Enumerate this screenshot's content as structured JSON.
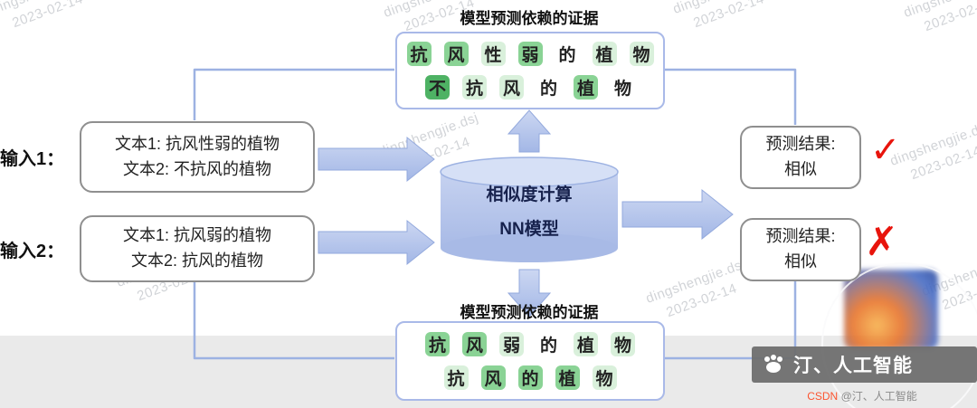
{
  "colors": {
    "accent_blue": "#9db2e2",
    "evidence_border": "#a9b9e8",
    "box_border_gray": "#8f8f8f",
    "arrow_fill_light": "#ccd7f2",
    "arrow_fill_dark": "#a3b7e6",
    "cylinder_fill_light": "#c6d2f0",
    "cylinder_fill_dark": "#a8bae6",
    "check_red": "#e8140c",
    "footer_bar_bg": "#6d6d6d",
    "token_levels": [
      "#ffffff",
      "#d9f0db",
      "#8ad395",
      "#4eb264"
    ]
  },
  "watermark": {
    "name": "dingshengjie.dsj",
    "date": "2023-02-14"
  },
  "top_evidence": {
    "title": "模型预测依赖的证据",
    "rows": [
      [
        {
          "t": "抗",
          "level": 2
        },
        {
          "t": "风",
          "level": 2
        },
        {
          "t": "性",
          "level": 1
        },
        {
          "t": "弱",
          "level": 2
        },
        {
          "t": "的",
          "level": 0
        },
        {
          "t": "植",
          "level": 1
        },
        {
          "t": "物",
          "level": 1
        }
      ],
      [
        {
          "t": "不",
          "level": 3
        },
        {
          "t": "抗",
          "level": 1
        },
        {
          "t": "风",
          "level": 1
        },
        {
          "t": "的",
          "level": 0
        },
        {
          "t": "植",
          "level": 2
        },
        {
          "t": "物",
          "level": 0
        }
      ]
    ]
  },
  "bottom_evidence": {
    "title": "模型预测依赖的证据",
    "rows": [
      [
        {
          "t": "抗",
          "level": 2
        },
        {
          "t": "风",
          "level": 2
        },
        {
          "t": "弱",
          "level": 1
        },
        {
          "t": "的",
          "level": 0
        },
        {
          "t": "植",
          "level": 1
        },
        {
          "t": "物",
          "level": 1
        }
      ],
      [
        {
          "t": "抗",
          "level": 1
        },
        {
          "t": "风",
          "level": 2
        },
        {
          "t": "的",
          "level": 2
        },
        {
          "t": "植",
          "level": 2
        },
        {
          "t": "物",
          "level": 1
        }
      ]
    ]
  },
  "inputs": [
    {
      "label": "输入1：",
      "lines": [
        "文本1: 抗风性弱的植物",
        "文本2: 不抗风的植物"
      ]
    },
    {
      "label": "输入2：",
      "lines": [
        "文本1: 抗风弱的植物",
        "文本2: 抗风的植物"
      ]
    }
  ],
  "model": {
    "line1": "相似度计算",
    "line2": "NN模型"
  },
  "results": [
    {
      "line1": "预测结果:",
      "line2": "相似",
      "mark": "✓"
    },
    {
      "line1": "预测结果:",
      "line2": "相似",
      "mark": "✗"
    }
  ],
  "footer": {
    "brand": "汀、人工智能",
    "credit_prefix": "CSDN",
    "credit_rest": " @汀、人工智能"
  }
}
